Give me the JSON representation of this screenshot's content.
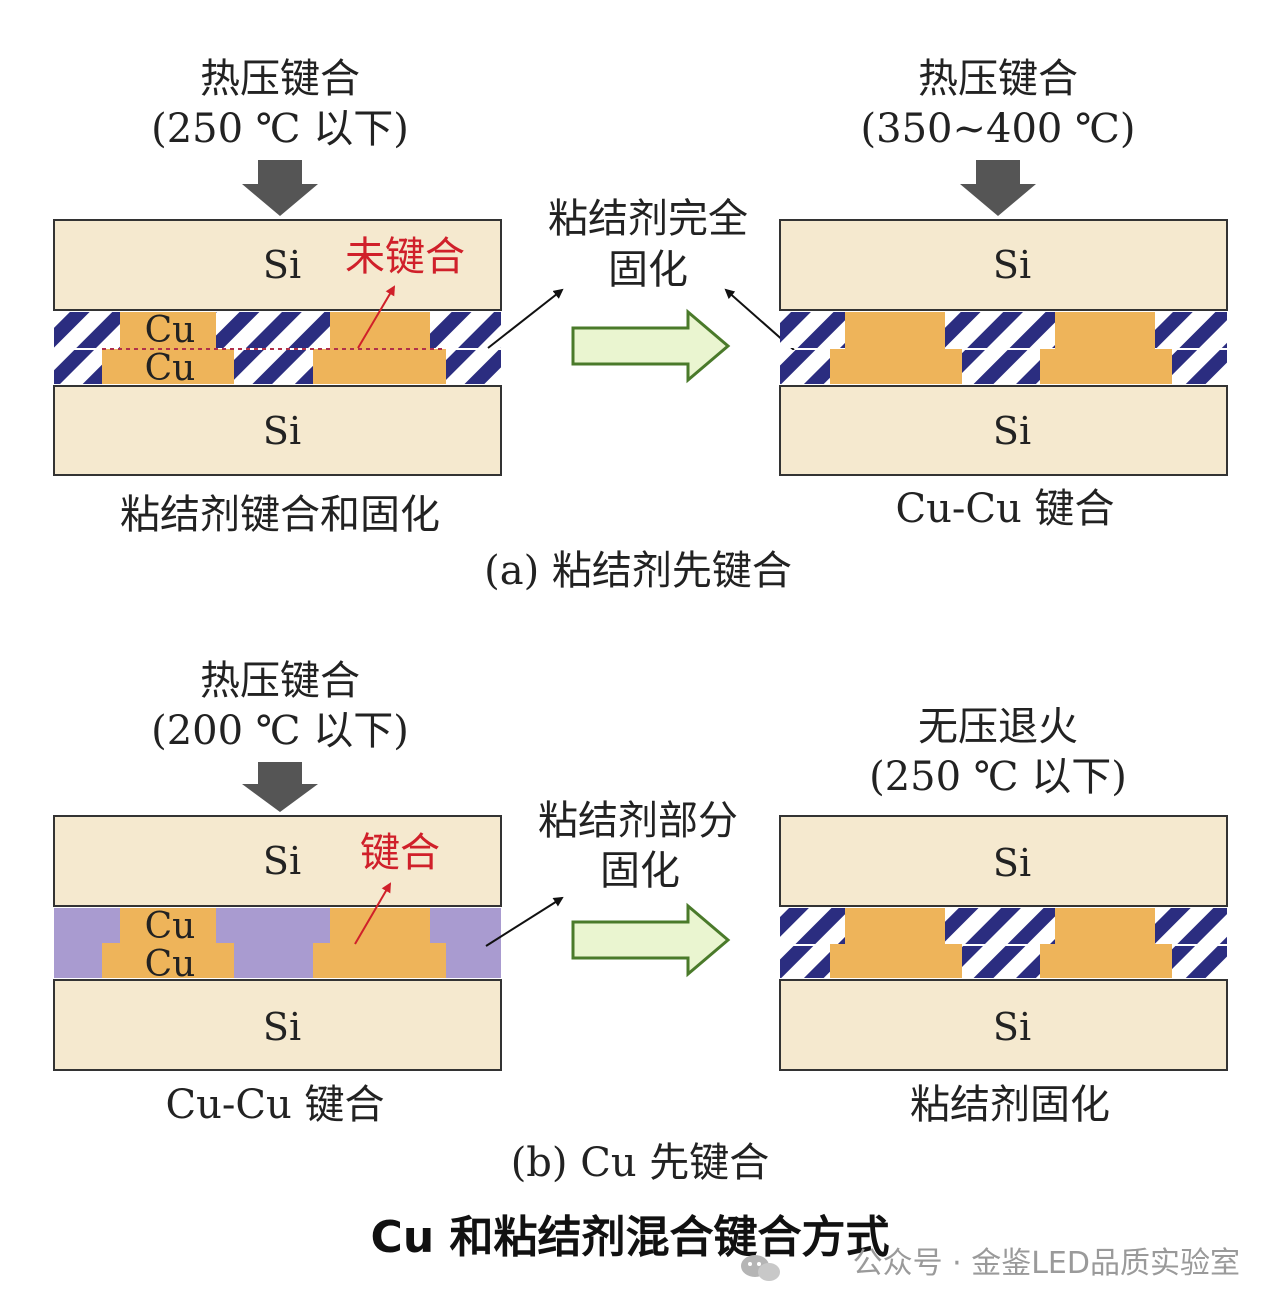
{
  "panel_a": {
    "left_process": "热压键合",
    "left_condition": "(250 ℃ 以下)",
    "right_process": "热压键合",
    "right_condition": "(350~400 ℃)",
    "unbonded_label": "未键合",
    "transition_line1": "粘结剂完全",
    "transition_line2": "固化",
    "left_caption": "粘结剂键合和固化",
    "right_caption": "Cu-Cu 键合",
    "caption": "(a) 粘结剂先键合"
  },
  "panel_b": {
    "left_process": "热压键合",
    "left_condition": "(200 ℃ 以下)",
    "right_process": "无压退火",
    "right_condition": "(250 ℃ 以下)",
    "bonded_label": "键合",
    "transition_line1": "粘结剂部分",
    "transition_line2": "固化",
    "left_caption": "Cu-Cu 键合",
    "right_caption": "粘结剂固化",
    "caption": "(b) Cu 先键合"
  },
  "labels": {
    "si": "Si",
    "cu": "Cu"
  },
  "figure_title": "Cu 和粘结剂混合键合方式",
  "watermark": "公众号 · 金鉴LED品质实验室",
  "colors": {
    "si_fill": "#f5e9cf",
    "cu_fill": "#eeb45a",
    "stripe_dark": "#2b2d80",
    "adhesive_uncured": "#a99bd0",
    "arrow_down": "#555555",
    "arrow_right_fill": "#eaf5d0",
    "arrow_right_stroke": "#4a7a2a",
    "highlight_red": "#d0202a"
  }
}
